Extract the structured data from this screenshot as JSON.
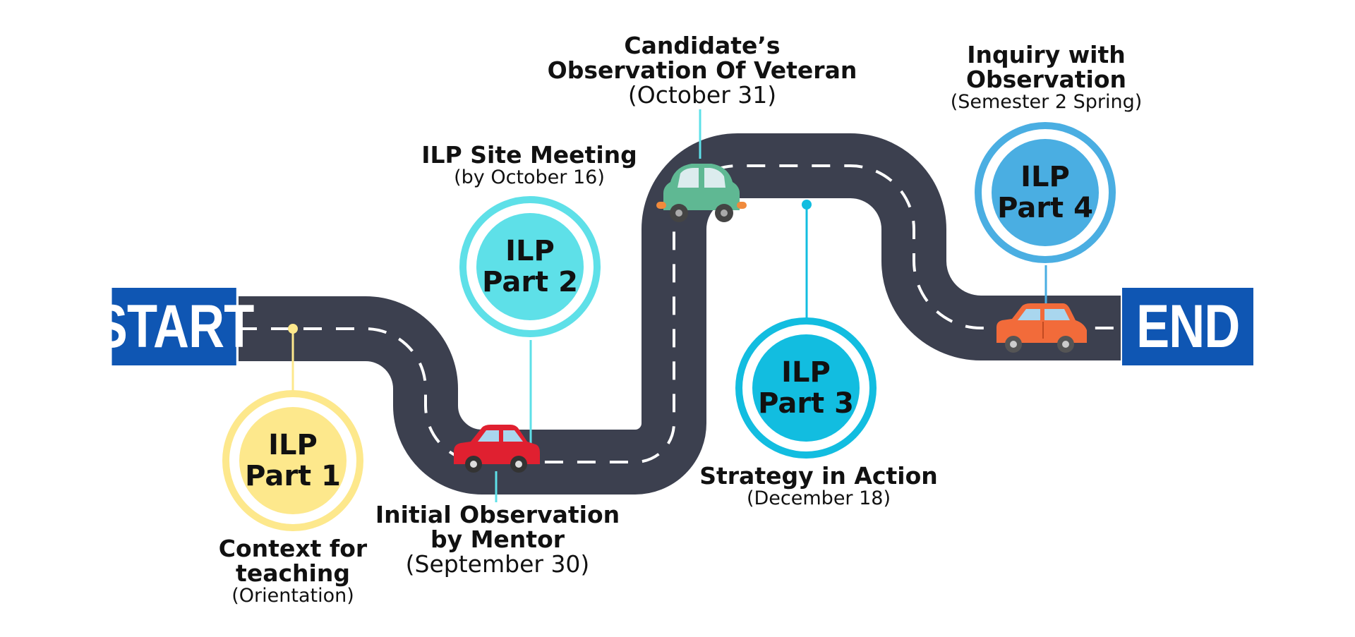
{
  "start_sign": "START",
  "end_sign": "END",
  "milestones": [
    {
      "badge_line1": "ILP",
      "badge_line2": "Part 1",
      "title_line1": "Context for",
      "title_line2": "teaching",
      "note": "(Orientation)",
      "color": "#fde88c"
    },
    {
      "badge_line1": "ILP",
      "badge_line2": "Part 2",
      "title": "ILP Site Meeting",
      "note": "(by October 16)",
      "color": "#5ee0e8"
    },
    {
      "badge_line1": "ILP",
      "badge_line2": "Part 3",
      "title": "Strategy in Action",
      "note": "(December 18)",
      "color": "#12bde0"
    },
    {
      "badge_line1": "ILP",
      "badge_line2": "Part 4",
      "title_line1": "Inquiry with",
      "title_line2": "Observation",
      "note": "(Semester 2 Spring)",
      "color": "#4aaee2"
    }
  ],
  "events": {
    "initial_observation": {
      "title_line1": "Initial Observation",
      "title_line2": "by Mentor",
      "note": "(September 30)"
    },
    "candidate_observation": {
      "title_line1": "Candidate’s",
      "title_line2": "Observation Of Veteran",
      "note": "(October 31)"
    }
  },
  "colors": {
    "road": "#3c404f",
    "sign": "#0f56b3",
    "lane": "#ffffff"
  }
}
